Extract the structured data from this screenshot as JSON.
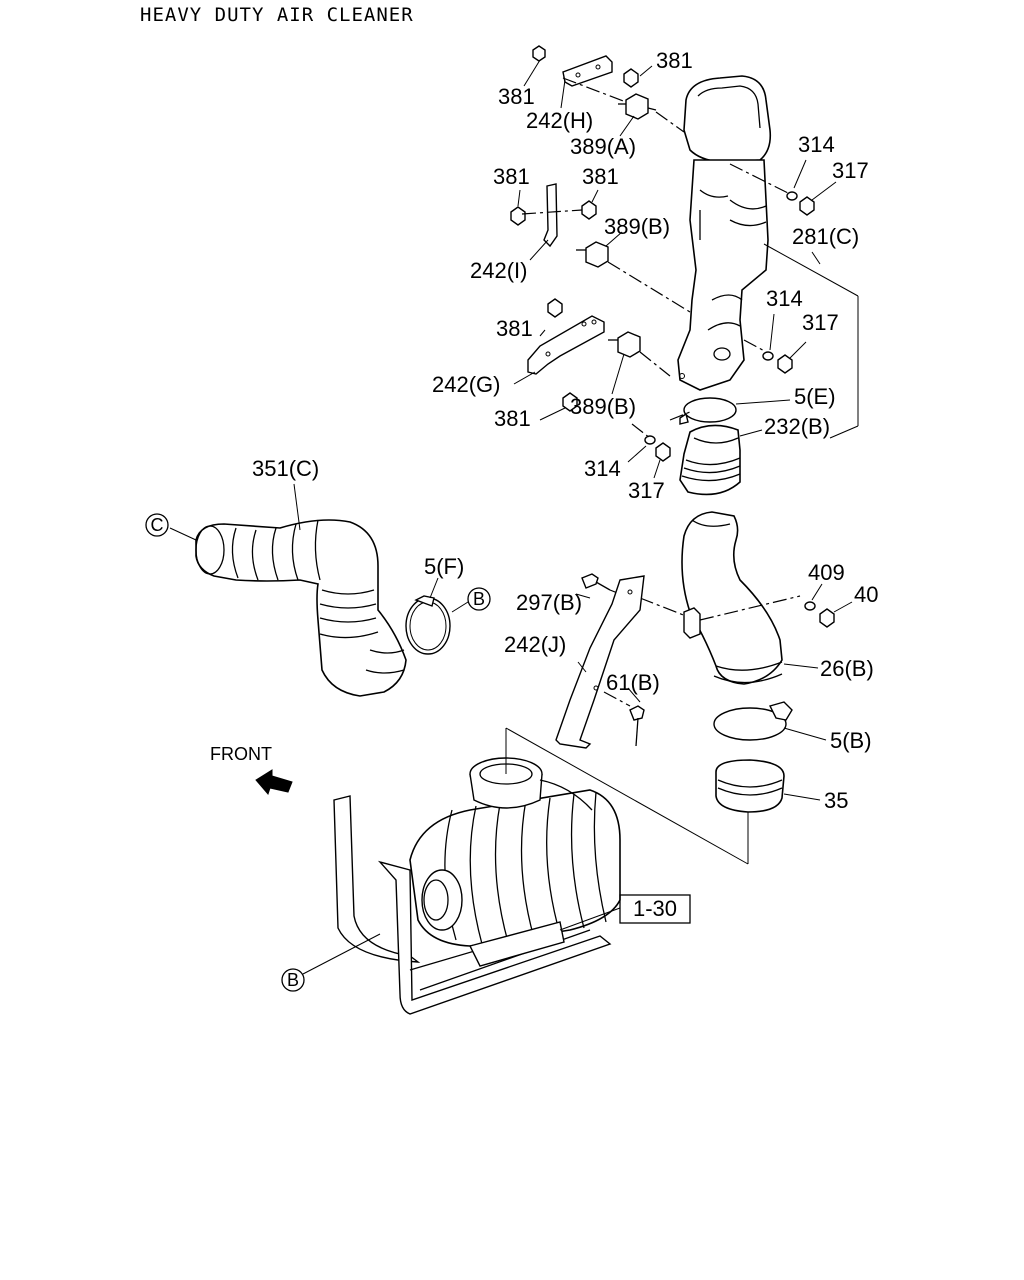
{
  "title": "HEAVY DUTY AIR CLEANER",
  "labels": {
    "l381a": "381",
    "l381b": "381",
    "l242h": "242(H)",
    "l389a": "389(A)",
    "l381c": "381",
    "l381d": "381",
    "l389b1": "389(B)",
    "l242i": "242(I)",
    "l381e": "381",
    "l242g": "242(G)",
    "l381f": "381",
    "l389b2": "389(B)",
    "l314a": "314",
    "l317a": "317",
    "l281c": "281(C)",
    "l314b": "314",
    "l317b": "317",
    "l5e": "5(E)",
    "l232b": "232(B)",
    "l314c": "314",
    "l317c": "317",
    "l351c": "351(C)",
    "l5f": "5(F)",
    "l409": "409",
    "l40": "40",
    "l297b": "297(B)",
    "l242j": "242(J)",
    "l61b": "61(B)",
    "l26b": "26(B)",
    "l5b": "5(B)",
    "l35": "35",
    "front": "FRONT",
    "ref130": "1-30"
  },
  "circles": {
    "c_left": "C",
    "b_right": "B",
    "b_bottom": "B"
  }
}
